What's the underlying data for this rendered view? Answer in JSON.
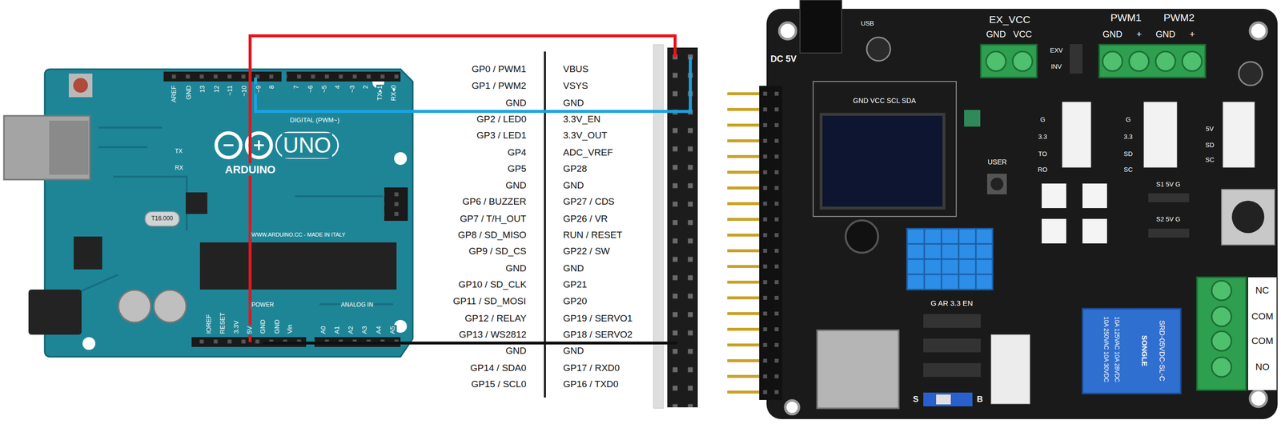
{
  "diagram": {
    "labels": [
      "AREF",
      "GND",
      "13",
      "12",
      "~11",
      "~10",
      "~9",
      "8",
      "7",
      "~6",
      "~5",
      "4",
      "~3",
      "2",
      "TX▸1",
      "RX◂0",
      "DIGITAL (PWM~)",
      "UNO",
      "ARDUINO",
      "TX",
      "RX",
      "WWW.ARDUINO.CC - MADE IN ITALY",
      "POWER",
      "ANALOG IN",
      "IOREF",
      "RESET",
      "3.3V",
      "5V",
      "GND",
      "GND",
      "Vin",
      "A0",
      "A1",
      "A2",
      "A3",
      "A4",
      "A5",
      "T16.000",
      "GP0 / PWM1",
      "VBUS",
      "GP1 / PWM2",
      "VSYS",
      "GND",
      "GND",
      "GP2 / LED0",
      "3.3V_EN",
      "GP3 / LED1",
      "3.3V_OUT",
      "GP4",
      "ADC_VREF",
      "GP5",
      "GP28",
      "GND",
      "GND",
      "GP6 / BUZZER",
      "GP27 / CDS",
      "GP7 / T/H_OUT",
      "GP26 / VR",
      "GP8 / SD_MISO",
      "RUN / RESET",
      "GP9 / SD_CS",
      "GP22 / SW",
      "GND",
      "GND",
      "GP10 / SD_CLK",
      "GP21",
      "GP11 / SD_MOSI",
      "GP20",
      "GP12 / RELAY",
      "GP19 / SERVO1",
      "GP13 / WS2812",
      "GP18 / SERVO2",
      "GND",
      "GND",
      "GP14 / SDA0",
      "GP17 / RXD0",
      "GP15 / SCL0",
      "GP16 / TXD0",
      "DC 5V",
      "USB",
      "EX_VCC",
      "GND",
      "VCC",
      "PWM1",
      "PWM2",
      "GND",
      "+",
      "GND",
      "+",
      "EXV",
      "INV",
      "GND VCC SCL SDA",
      "USER",
      "G",
      "3.3",
      "TO",
      "RO",
      "G",
      "3.3",
      "SD",
      "SC",
      "5V",
      "SD",
      "SC",
      "S1 5V G",
      "S2 5V G",
      "G AR 3.3 EN",
      "10A 250VAC 10A 30VDC",
      "10A 125VAC 10A 28VDC",
      "SRD-05VDC-SL-C",
      "SONGLE",
      "NC",
      "COM",
      "COM",
      "NO",
      "S",
      "B"
    ]
  }
}
